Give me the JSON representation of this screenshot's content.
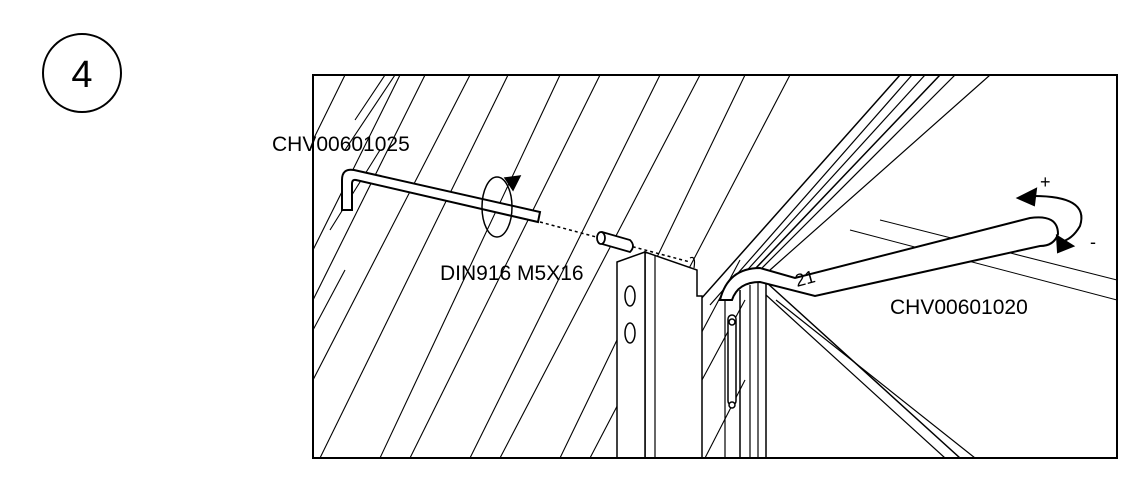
{
  "step": {
    "number": "4"
  },
  "labels": {
    "hex_key": "CHV00601025",
    "screw": "DIN916 M5X16",
    "spanner": "CHV00601020"
  },
  "symbols": {
    "plus": "+",
    "minus": "-",
    "part_mark": "21"
  },
  "colors": {
    "ink": "#000000",
    "background": "#ffffff"
  }
}
